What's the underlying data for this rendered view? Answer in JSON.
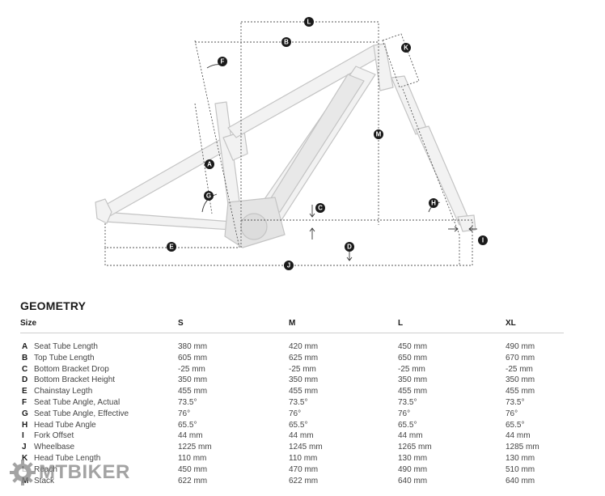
{
  "geometry": {
    "title": "GEOMETRY",
    "headers": {
      "label": "Size",
      "sizes": [
        "S",
        "M",
        "L",
        "XL"
      ]
    },
    "rows": [
      {
        "code": "A",
        "label": "Seat Tube Length",
        "values": [
          "380 mm",
          "420 mm",
          "450 mm",
          "490 mm"
        ]
      },
      {
        "code": "B",
        "label": "Top Tube Length",
        "values": [
          "605 mm",
          "625 mm",
          "650 mm",
          "670 mm"
        ]
      },
      {
        "code": "C",
        "label": "Bottom Bracket Drop",
        "values": [
          "-25 mm",
          "-25 mm",
          "-25 mm",
          "-25 mm"
        ]
      },
      {
        "code": "D",
        "label": "Bottom Bracket Height",
        "values": [
          "350 mm",
          "350 mm",
          "350 mm",
          "350 mm"
        ]
      },
      {
        "code": "E",
        "label": "Chainstay Legth",
        "values": [
          "455 mm",
          "455 mm",
          "455 mm",
          "455 mm"
        ]
      },
      {
        "code": "F",
        "label": "Seat Tube Angle, Actual",
        "values": [
          "73.5°",
          "73.5°",
          "73.5°",
          "73.5°"
        ]
      },
      {
        "code": "G",
        "label": "Seat Tube Angle, Effective",
        "values": [
          "76°",
          "76°",
          "76°",
          "76°"
        ]
      },
      {
        "code": "H",
        "label": "Head Tube Angle",
        "values": [
          "65.5°",
          "65.5°",
          "65.5°",
          "65.5°"
        ]
      },
      {
        "code": "I",
        "label": "Fork Offset",
        "values": [
          "44 mm",
          "44 mm",
          "44 mm",
          "44 mm"
        ]
      },
      {
        "code": "J",
        "label": "Wheelbase",
        "values": [
          "1225 mm",
          "1245 mm",
          "1265 mm",
          "1285 mm"
        ]
      },
      {
        "code": "K",
        "label": "Head Tube Length",
        "values": [
          "110 mm",
          "110 mm",
          "130 mm",
          "130 mm"
        ]
      },
      {
        "code": "L",
        "label": "Reach",
        "values": [
          "450 mm",
          "470 mm",
          "490 mm",
          "510 mm"
        ]
      },
      {
        "code": "M",
        "label": "Stack",
        "values": [
          "622 mm",
          "622 mm",
          "640 mm",
          "640 mm"
        ]
      }
    ]
  },
  "diagram_markers": [
    "L",
    "B",
    "K",
    "F",
    "M",
    "A",
    "G",
    "C",
    "H",
    "E",
    "D",
    "I",
    "J"
  ],
  "watermark": {
    "text": "MTBIKER",
    "icon": "gear-icon"
  },
  "colors": {
    "frame_fill": "#f2f2f2",
    "frame_stroke": "#c4c4c4",
    "marker": "#1a1a1a",
    "dims": "#555555"
  }
}
